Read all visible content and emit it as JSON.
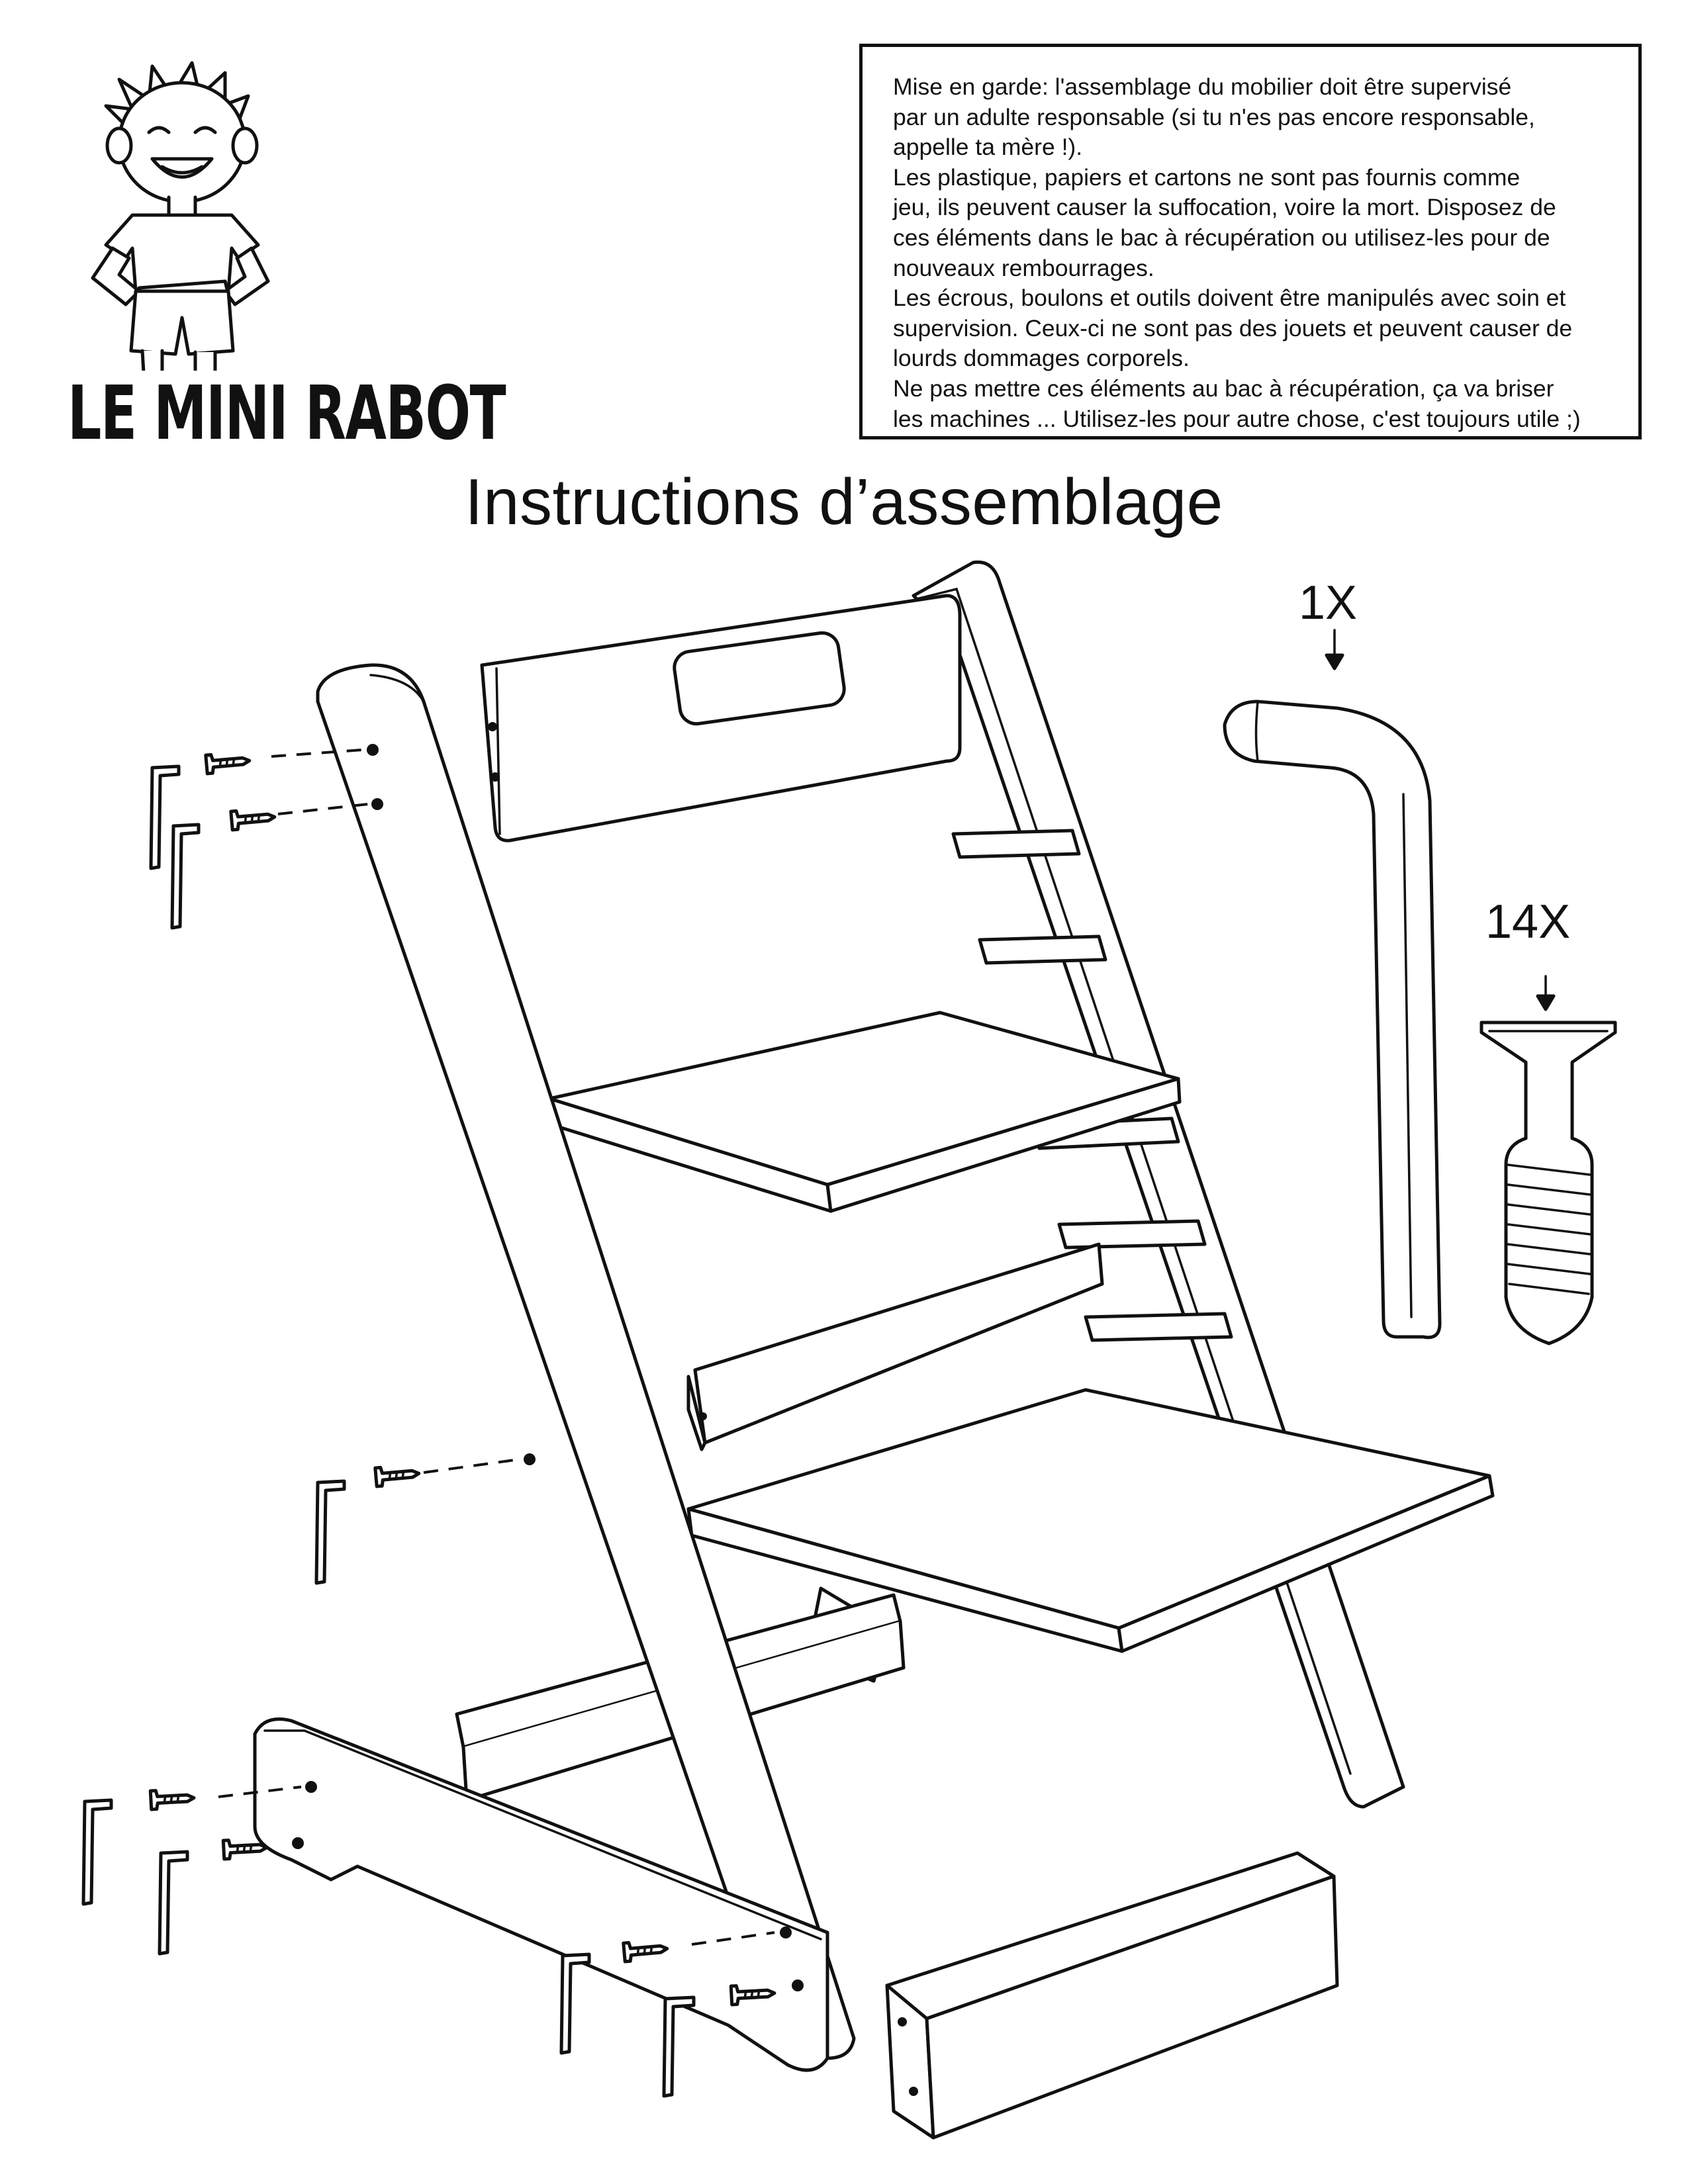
{
  "brand": {
    "name": "LE MINI RABOT"
  },
  "warning": {
    "lines": [
      "Mise en garde:  l'assemblage du mobilier doit être supervisé",
      "par un adulte responsable (si tu n'es pas encore responsable,",
      "appelle ta mère !).",
      "Les plastique, papiers et cartons ne sont pas fournis comme",
      "jeu, ils peuvent causer la suffocation, voire la mort. Disposez de",
      "ces éléments dans le bac à récupération ou utilisez-les pour de",
      "nouveaux rembourrages.",
      "Les écrous, boulons et outils doivent être manipulés avec soin et",
      "supervision. Ceux-ci ne sont pas des jouets et peuvent causer de",
      "lourds dommages corporels.",
      "Ne pas mettre ces éléments au bac à récupération, ça va briser",
      "les machines ... Utilisez-les pour autre chose, c'est toujours utile ;)"
    ]
  },
  "title": "Instructions d’assemblage",
  "parts": {
    "hex_key": {
      "quantity": "1X",
      "icon": "allen-key-icon"
    },
    "screw": {
      "quantity": "14X",
      "icon": "screw-icon"
    }
  },
  "colors": {
    "ink": "#111111",
    "paper": "#ffffff"
  }
}
